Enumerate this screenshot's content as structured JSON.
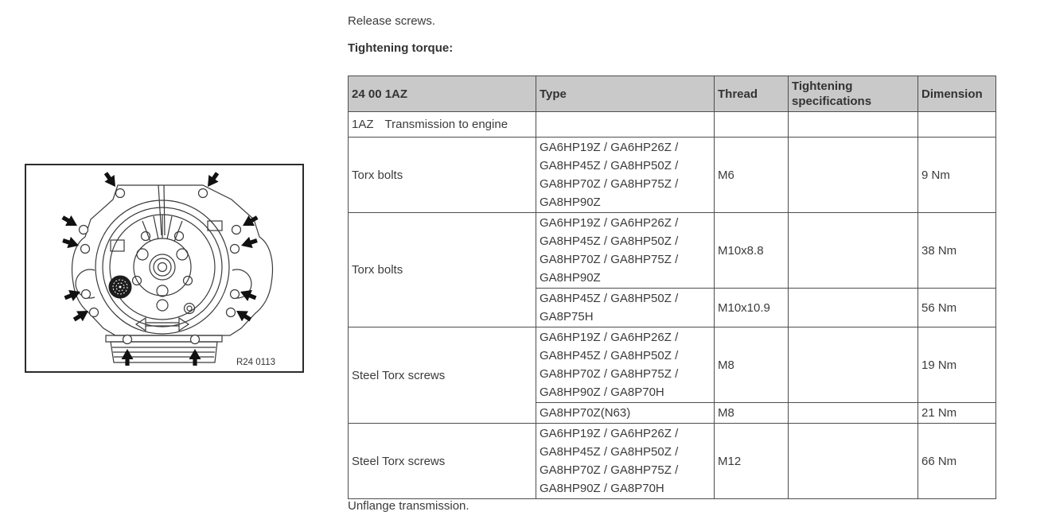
{
  "page": {
    "release_text": "Release screws.",
    "torque_title": "Tightening torque:",
    "unflange_text": "Unflange transmission."
  },
  "colors": {
    "link_blue": "#1457a8",
    "header_gray": "#c9c9c9",
    "border_gray": "#4d4d4d",
    "text_dark": "#3b3b3b"
  },
  "diagram": {
    "caption": "R24 0113",
    "description": "transmission-front-view-with-screw-arrows"
  },
  "table": {
    "header": [
      "24 00 1AZ",
      "Type",
      "Thread",
      "Tightening specifications",
      "Dimension"
    ],
    "rows": [
      {
        "col1_code": "1AZ",
        "col1_text": "Transmission to engine"
      },
      {
        "col1": "Torx bolts",
        "type": "GA6HP19Z / GA6HP26Z /\nGA8HP45Z / GA8HP50Z /\nGA8HP70Z / GA8HP75Z /\nGA8HP90Z",
        "thread": "M6",
        "spec": "",
        "dim": "9 Nm"
      },
      {
        "col1": "Torx bolts",
        "type": "GA6HP19Z / GA6HP26Z /\nGA8HP45Z / GA8HP50Z /\nGA8HP70Z / GA8HP75Z /\nGA8HP90Z",
        "thread": "M10x8.8",
        "spec": "",
        "dim": "38 Nm"
      },
      {
        "type": "GA8HP45Z / GA8HP50Z /\nGA8P75H",
        "thread": "M10x10.9",
        "spec": "",
        "dim": "56 Nm"
      },
      {
        "col1": "Steel Torx screws",
        "type": "GA6HP19Z / GA6HP26Z /\nGA8HP45Z / GA8HP50Z /\nGA8HP70Z / GA8HP75Z /\nGA8HP90Z / GA8P70H",
        "thread": "M8",
        "spec": "",
        "dim": "19 Nm"
      },
      {
        "type": "GA8HP70Z(N63)",
        "thread": "M8",
        "spec": "",
        "dim": "21 Nm"
      },
      {
        "col1": "Steel Torx screws",
        "type": "GA6HP19Z / GA6HP26Z /\nGA8HP45Z / GA8HP50Z /\nGA8HP70Z / GA8HP75Z /\nGA8HP90Z / GA8P70H",
        "thread": "M12",
        "spec": "",
        "dim": "66 Nm"
      }
    ]
  }
}
